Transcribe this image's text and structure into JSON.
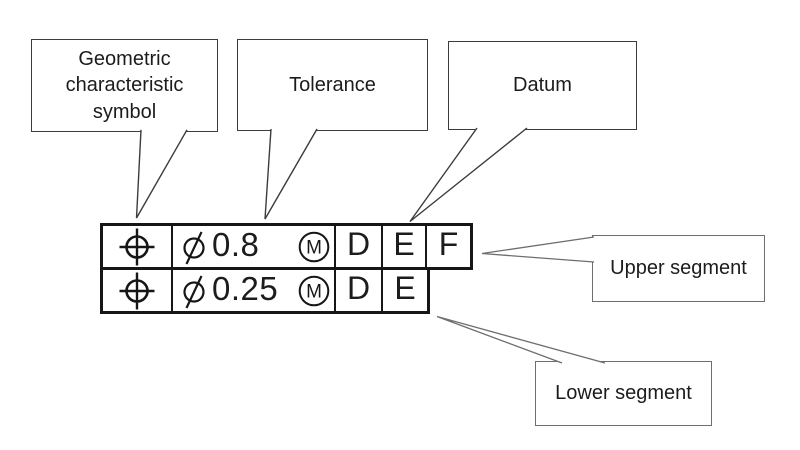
{
  "diagram": {
    "description": "Composite positional feature control frame with labelled parts",
    "background": "#ffffff",
    "frame_line_color": "#161616",
    "callout_border_color": "#3c3c3c",
    "leader_line_color": "#6e6e6e"
  },
  "callouts": {
    "geometric": "Geometric characteristic symbol",
    "tolerance": "Tolerance",
    "datum": "Datum",
    "upper_segment": "Upper segment",
    "lower_segment": "Lower segment"
  },
  "frame": {
    "rows": [
      {
        "segment": "upper",
        "characteristic_symbol": "true-position",
        "tolerance": {
          "diameter_symbol": true,
          "value": "0.8",
          "material_modifier": "M"
        },
        "datums": [
          "D",
          "E",
          "F"
        ]
      },
      {
        "segment": "lower",
        "characteristic_symbol": "true-position",
        "tolerance": {
          "diameter_symbol": true,
          "value": "0.25",
          "material_modifier": "M"
        },
        "datums": [
          "D",
          "E"
        ]
      }
    ]
  },
  "icons": {
    "position_symbol": "circle-with-crosshair",
    "diameter_symbol": "slashed-circle",
    "mmc_symbol": "circled-M"
  }
}
